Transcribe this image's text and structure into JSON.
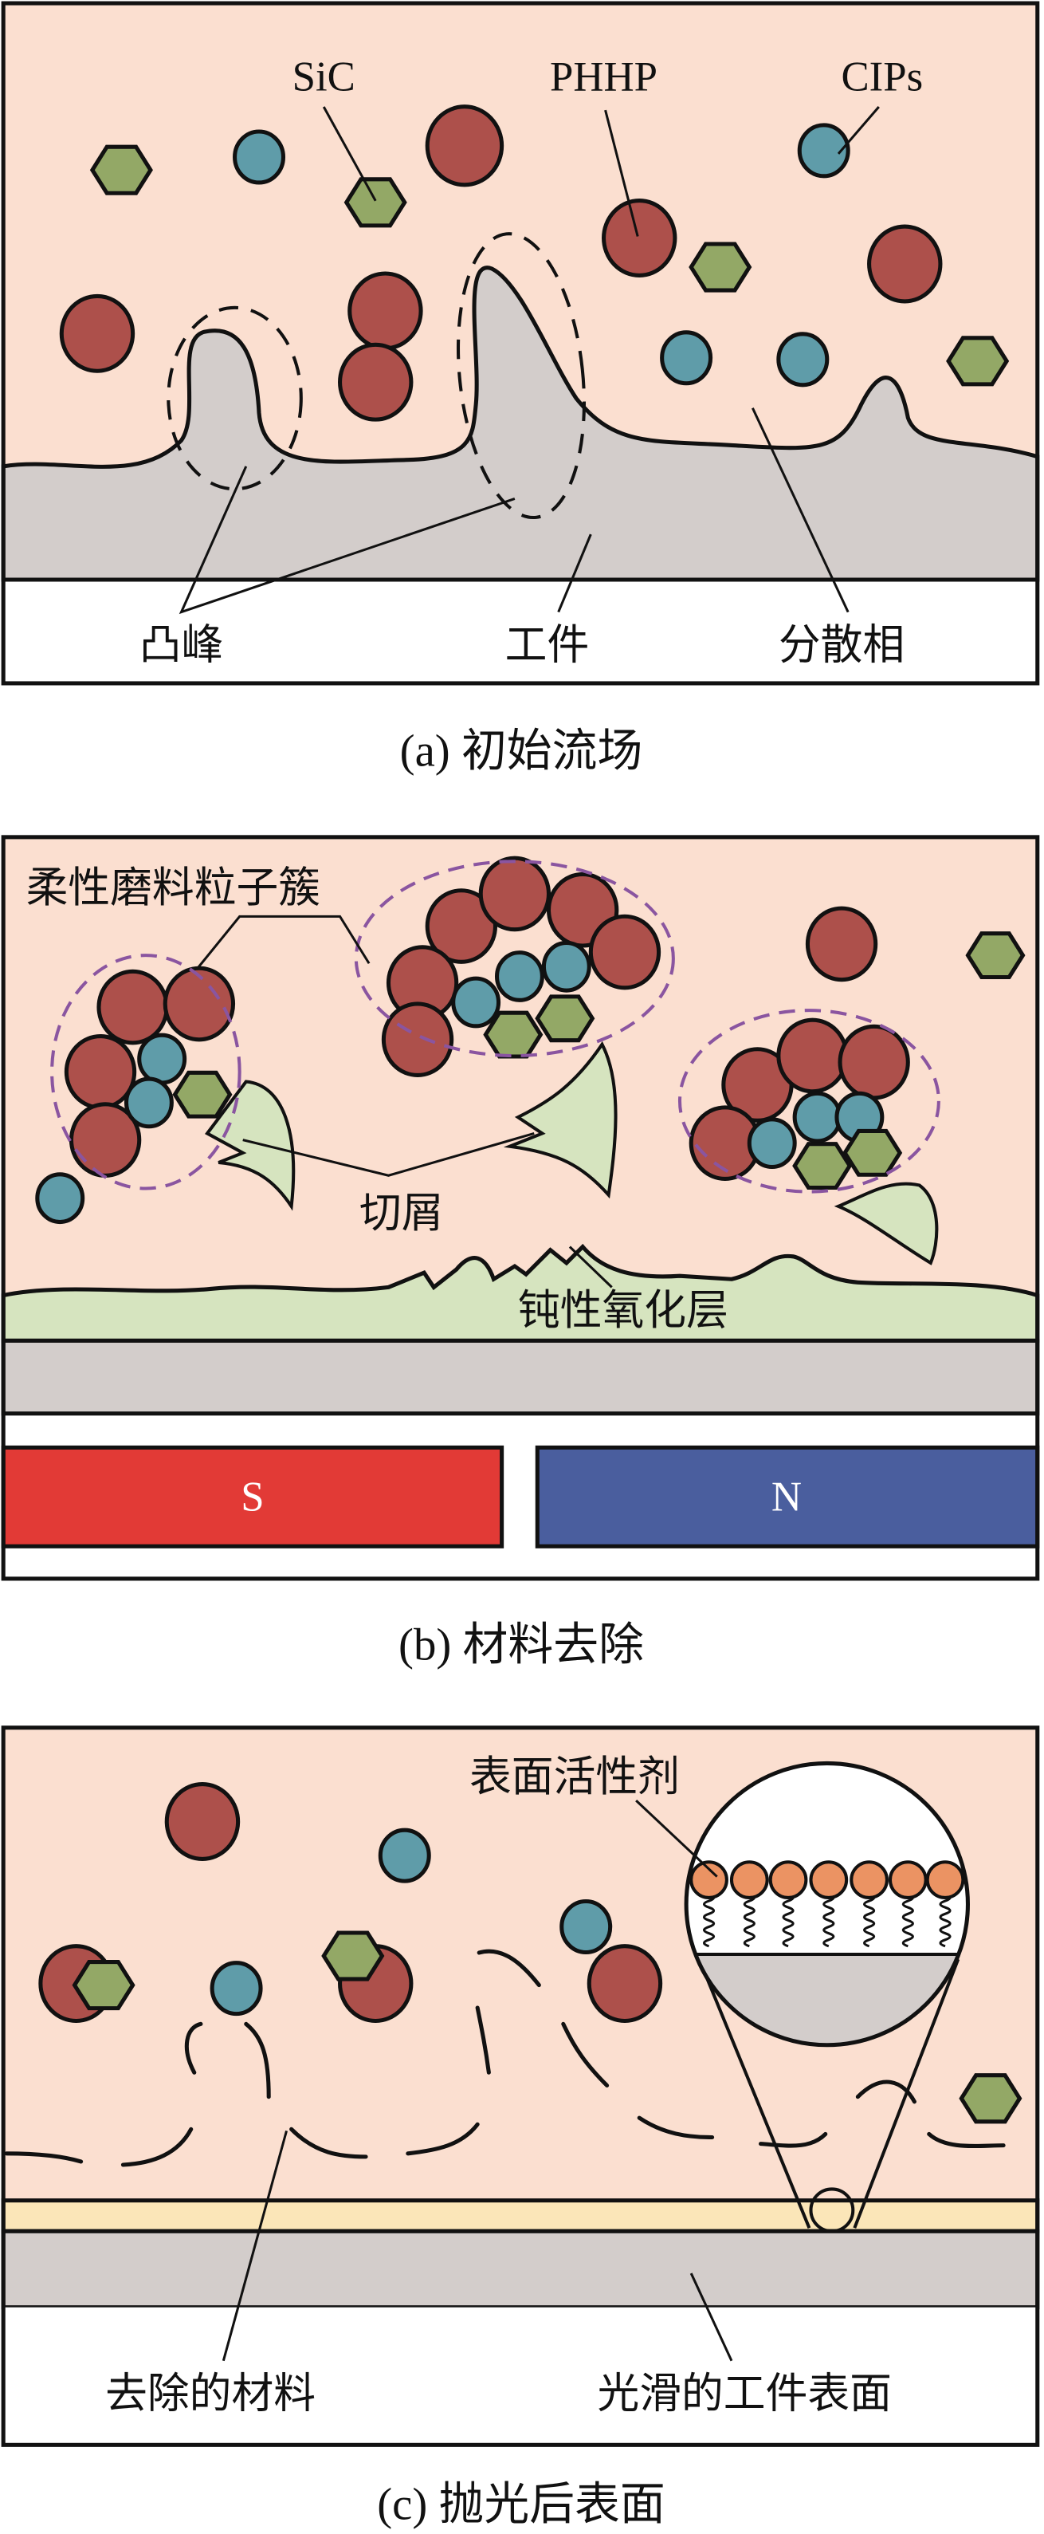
{
  "panel_a": {
    "labels": {
      "sic": "SiC",
      "phhp": "PHHP",
      "cips": "CIPs",
      "peak": "凸峰",
      "workpiece": "工件",
      "dispersed_phase": "分散相"
    },
    "caption": "(a) 初始流场"
  },
  "panel_b": {
    "labels": {
      "cluster": "柔性磨料粒子簇",
      "chips": "切屑",
      "passive_layer": "钝性氧化层",
      "magnet_s": "S",
      "magnet_n": "N"
    },
    "caption": "(b) 材料去除"
  },
  "panel_c": {
    "labels": {
      "surfactant": "表面活性剂",
      "removed_material": "去除的材料",
      "smooth_surface": "光滑的工件表面"
    },
    "caption": "(c) 抛光后表面"
  },
  "colors": {
    "fluid": "#fbdfd0",
    "workpiece": "#d3cdcb",
    "phhp": "#ad504b",
    "cips": "#5f9ca9",
    "sic": "#93a866",
    "chip": "#d6e4bf",
    "magnet_s": "#e23a36",
    "magnet_n": "#4a5e9e",
    "surfactant": "#eb9363",
    "cluster_outline": "#8a55a0",
    "polished_layer": "#fbe6b8"
  }
}
